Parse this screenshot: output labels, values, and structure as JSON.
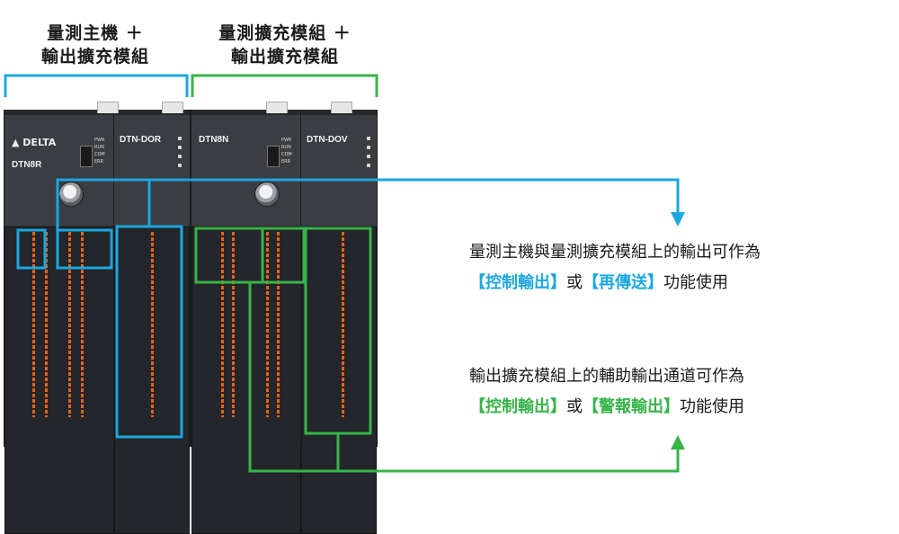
{
  "labels": {
    "group1_line1": "量測主機 ＋",
    "group1_line2": "輸出擴充模組",
    "group2_line1": "量測擴充模組 ＋",
    "group2_line2": "輸出擴充模組"
  },
  "modules": {
    "m1_brand": "DELTA",
    "m1_model": "DTN8R",
    "m2_model": "DTN-DOR",
    "m3_model": "DTN8N",
    "m4_model": "DTN-DOV",
    "leds": [
      "PWR",
      "RUN",
      "COM",
      "ERR"
    ]
  },
  "captions": {
    "c1_line1": "量測主機與量測擴充模組上的輸出可作為",
    "c1_b1": "【控制輸出】",
    "c1_mid": "或",
    "c1_b2": "【再傳送】",
    "c1_end": "功能使用",
    "c2_line1": "輸出擴充模組上的輔助輸出通道可作為",
    "c2_b1": "【控制輸出】",
    "c2_mid": "或",
    "c2_b2": "【警報輸出】",
    "c2_end": "功能使用"
  },
  "colors": {
    "blue": "#1ba7e0",
    "green": "#37b44a",
    "device": "#2f3236",
    "terminal_orange": "#e0661f"
  }
}
